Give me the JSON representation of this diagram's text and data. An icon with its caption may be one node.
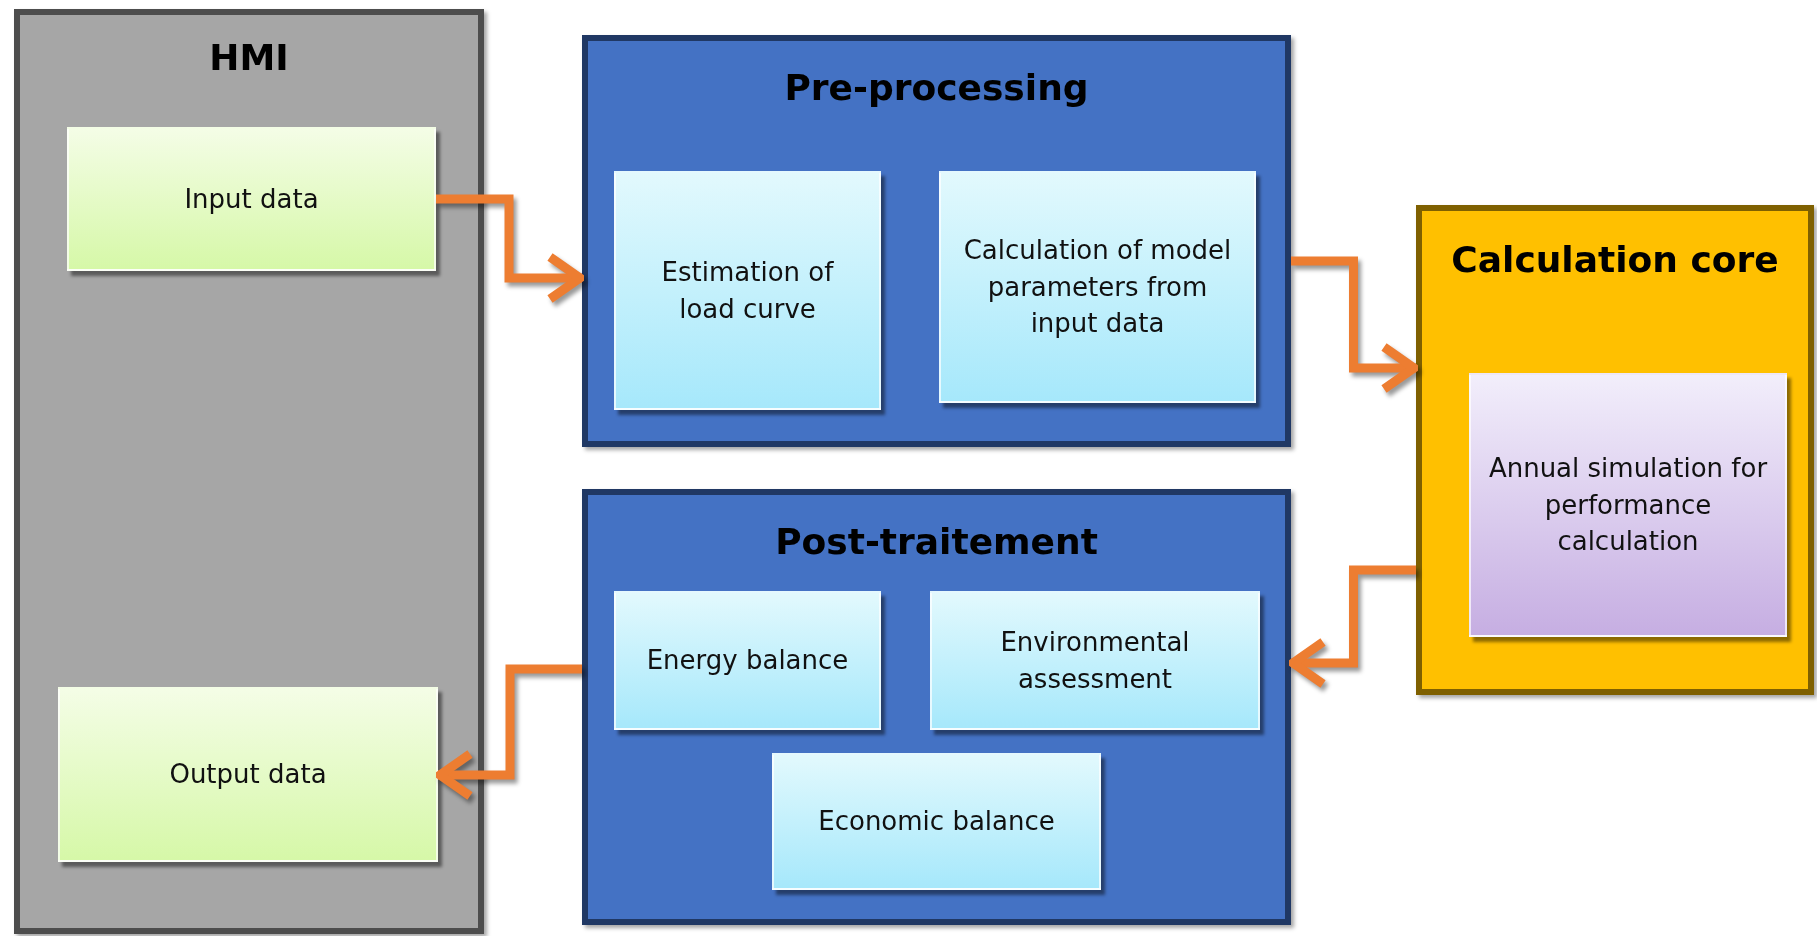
{
  "diagram": {
    "nodes": [
      {
        "text": [
          "HMI"
        ]
      },
      {
        "text": [
          "Input data"
        ],
        "in": 0
      },
      {
        "text": [
          "Output data"
        ],
        "in": 0
      },
      {
        "text": [
          "Pre-processing"
        ]
      },
      {
        "text": [
          "Estimation of load curve"
        ],
        "in": 3
      },
      {
        "text": [
          "Calculation of model parameters from input data"
        ],
        "in": 3
      },
      {
        "text": [
          "Calculation core"
        ]
      },
      {
        "text": [
          "Annual simulation for performance calculation"
        ],
        "in": 6
      },
      {
        "text": [
          "Post-traitement"
        ]
      },
      {
        "text": [
          "Energy balance"
        ],
        "in": 8
      },
      {
        "text": [
          "Environmental assessment"
        ],
        "in": 8
      },
      {
        "text": [
          "Economic balance"
        ],
        "in": 8
      }
    ],
    "edges": [
      {
        "from": 1,
        "to": 3,
        "arrow": "to"
      },
      {
        "from": 3,
        "to": 6,
        "arrow": "to"
      },
      {
        "from": 6,
        "to": 8,
        "arrow": "to"
      },
      {
        "from": 8,
        "to": 2,
        "arrow": "to"
      }
    ]
  }
}
